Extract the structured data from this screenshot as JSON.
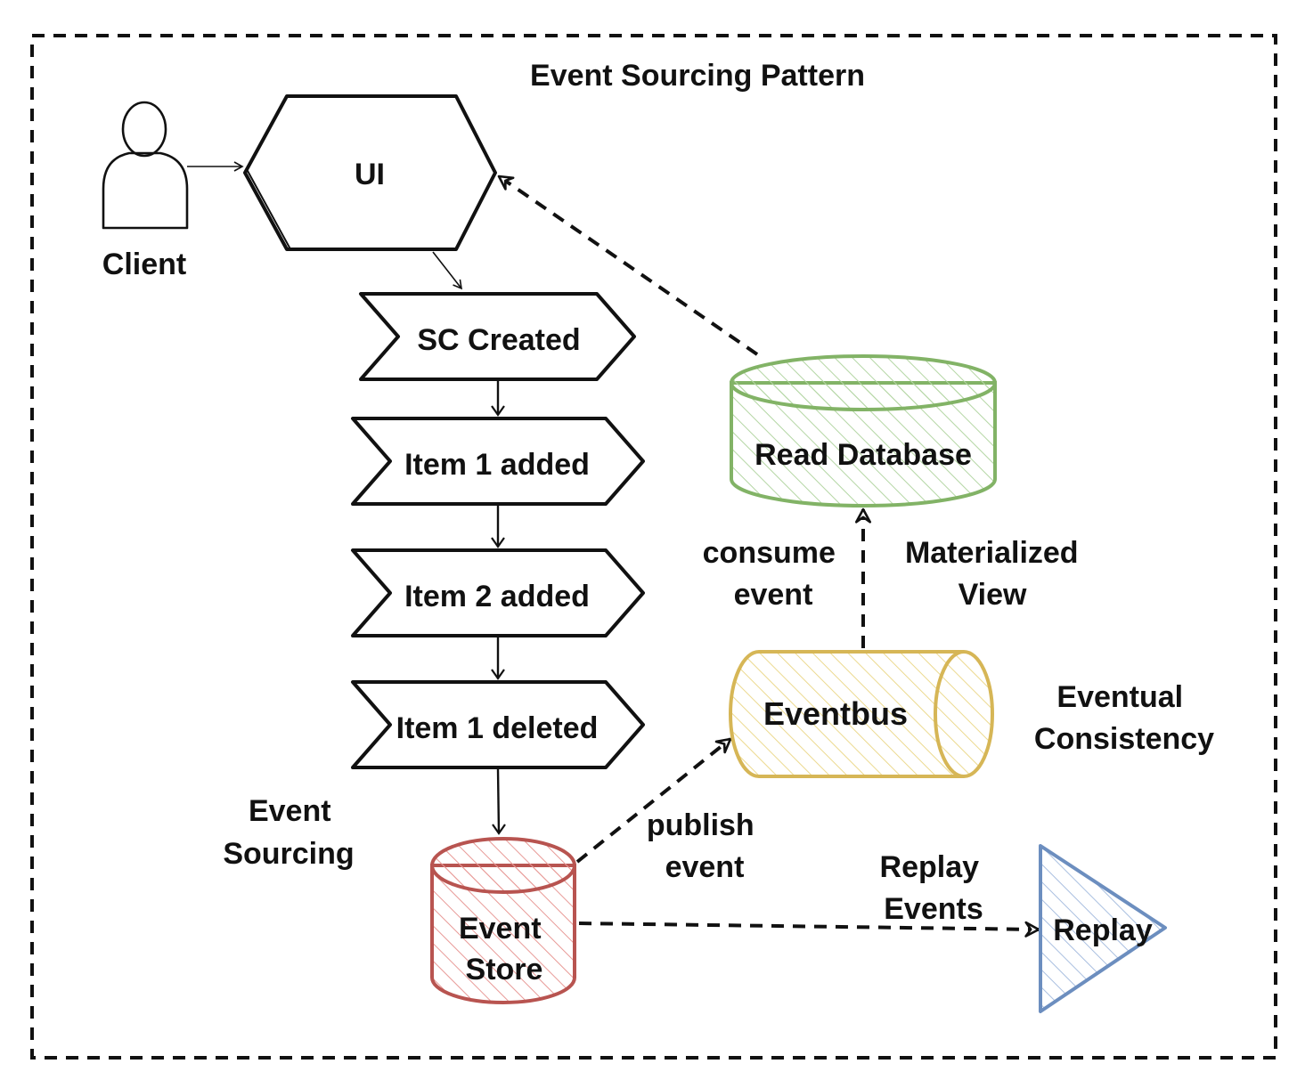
{
  "title": "Event Sourcing Pattern",
  "actor": {
    "label": "Client"
  },
  "ui_node": {
    "label": "UI"
  },
  "events": [
    {
      "label": "SC Created"
    },
    {
      "label": "Item 1 added"
    },
    {
      "label": "Item 2 added"
    },
    {
      "label": "Item 1 deleted"
    }
  ],
  "event_sourcing_label": [
    "Event",
    "Sourcing"
  ],
  "event_store": {
    "lines": [
      "Event",
      "Store"
    ]
  },
  "eventbus": {
    "label": "Eventbus"
  },
  "read_database": {
    "label": "Read Database"
  },
  "replay": {
    "label": "Replay"
  },
  "edge_labels": {
    "publish_event": [
      "publish",
      "event"
    ],
    "consume_event": [
      "consume",
      "event"
    ],
    "materialized_view": [
      "Materialized",
      "View"
    ],
    "eventual_consistency": [
      "Eventual",
      "Consistency"
    ],
    "replay_events": [
      "Replay",
      "Events"
    ]
  },
  "colors": {
    "event_store": "#b85450",
    "eventbus": "#d6b656",
    "read_database": "#82b366",
    "replay": "#6c8ebf",
    "ink": "#111111"
  }
}
